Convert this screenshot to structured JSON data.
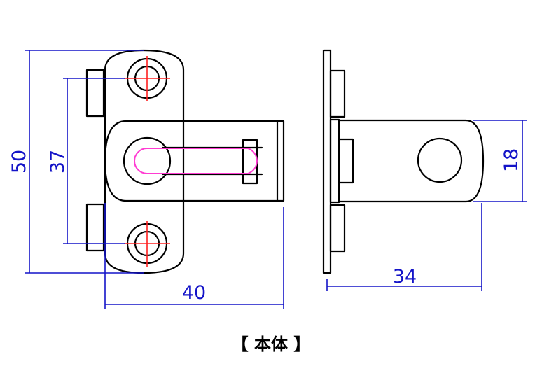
{
  "dimensions": {
    "height_total": "50",
    "hole_pitch": "37",
    "width_front": "40",
    "depth_side": "34",
    "arm_height": "18"
  },
  "caption": "【 本体 】",
  "colors": {
    "outline": "#000000",
    "dimension": "#1414c8",
    "centerline": "#ff2020",
    "slot_highlight": "#ff3cd2"
  }
}
